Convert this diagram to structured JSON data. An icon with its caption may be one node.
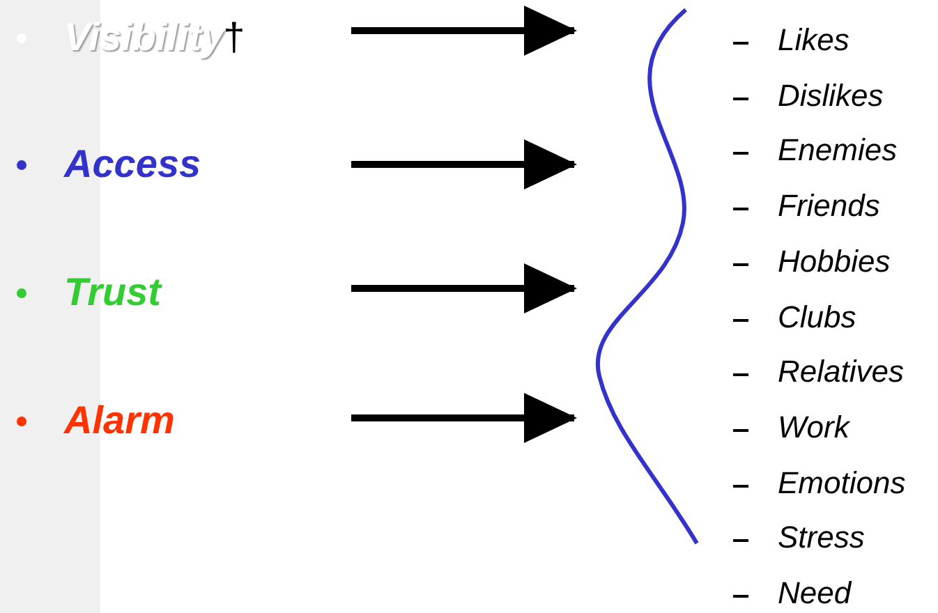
{
  "diagram": {
    "nodes": [
      {
        "text": [
          "*Visibility*†"
        ]
      },
      {
        "text": [
          "Access"
        ]
      },
      {
        "text": [
          "Trust"
        ]
      },
      {
        "text": [
          "Alarm"
        ]
      },
      {
        "text": [],
        "shape": "brace"
      }
    ],
    "edges": [
      {
        "from": null,
        "to": 4,
        "arrow": "to"
      },
      {
        "from": null,
        "to": 4,
        "arrow": "to"
      },
      {
        "from": null,
        "to": 4,
        "arrow": "to"
      },
      {
        "from": null,
        "to": 4,
        "arrow": "to"
      }
    ],
    "labels": [
      "Likes",
      "Dislikes",
      "Enemies",
      "Friends",
      "Hobbies",
      "Clubs",
      "Relatives",
      "Work",
      "Emotions",
      "Stress",
      "Need"
    ]
  }
}
